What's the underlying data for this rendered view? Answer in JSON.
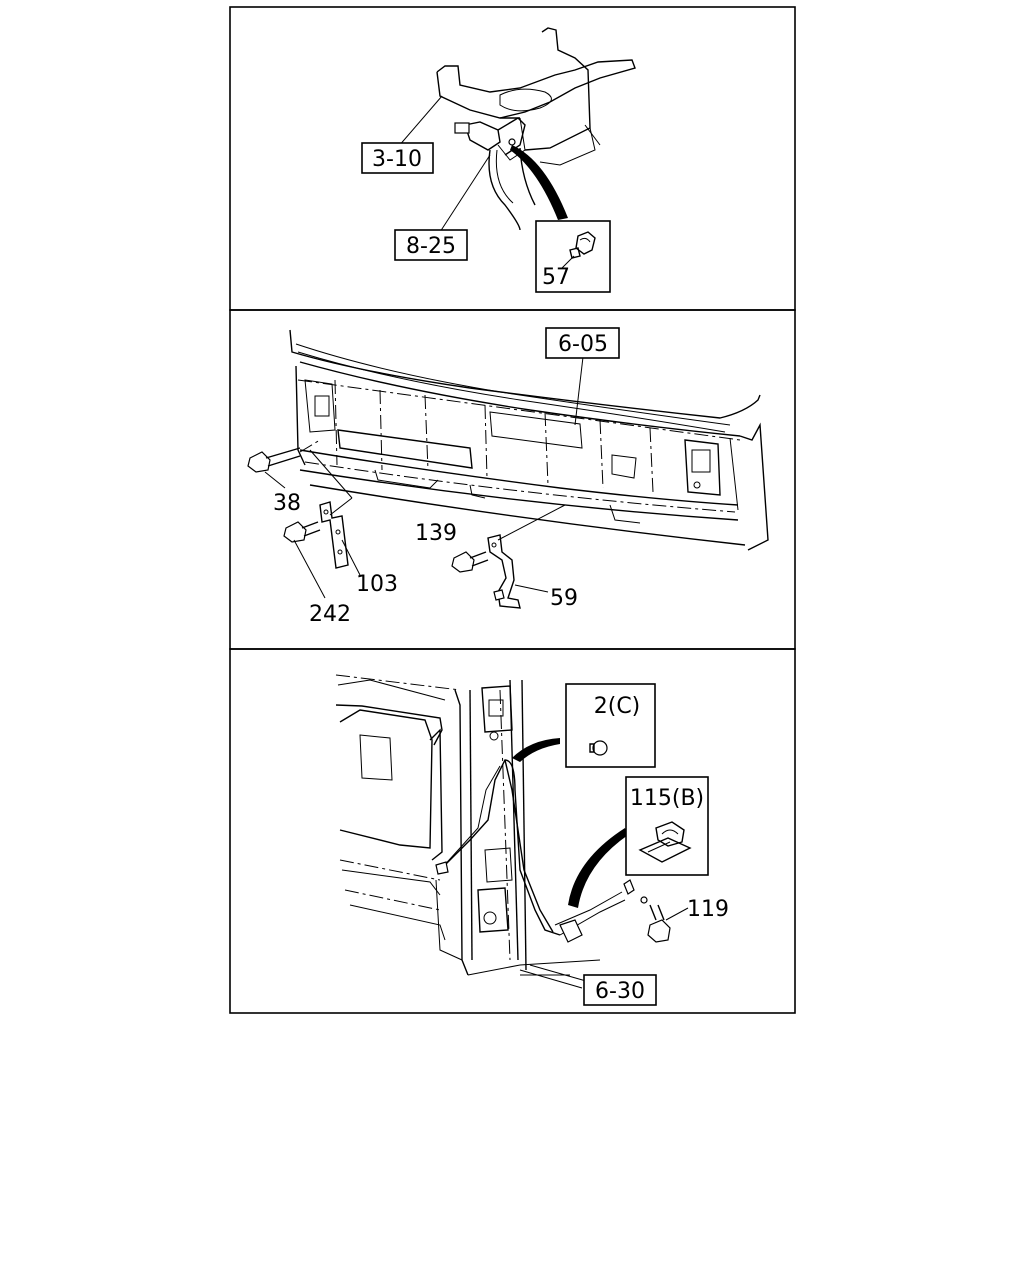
{
  "panels": {
    "top": {
      "refs": [
        "3-10",
        "8-25"
      ],
      "inset_part": "57"
    },
    "middle": {
      "refs": [
        "6-05"
      ],
      "parts": [
        "38",
        "103",
        "242",
        "139",
        "59"
      ]
    },
    "bottom": {
      "refs": [
        "6-30"
      ],
      "inset_parts": [
        "2(C)",
        "115(B)"
      ],
      "parts": [
        "119"
      ]
    }
  }
}
